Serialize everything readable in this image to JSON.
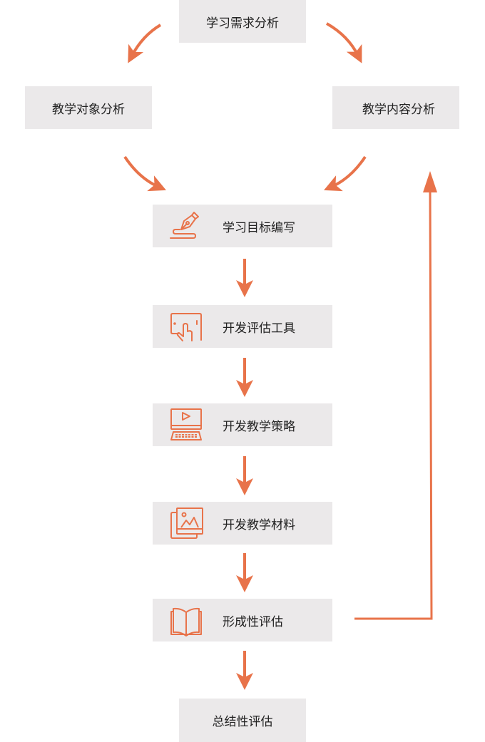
{
  "colors": {
    "accent": "#e8734a",
    "box": "#ebe9ea",
    "text": "#222222"
  },
  "nodes": {
    "needs": "学习需求分析",
    "learners": "教学对象分析",
    "content": "教学内容分析",
    "objectives": {
      "label": "学习目标编写",
      "icon": "pen-nib-icon"
    },
    "assessment": {
      "label": "开发评估工具",
      "icon": "tablet-touch-icon"
    },
    "strategy": {
      "label": "开发教学策略",
      "icon": "video-computer-icon"
    },
    "materials": {
      "label": "开发教学材料",
      "icon": "image-gallery-icon"
    },
    "formative": {
      "label": "形成性评估",
      "icon": "open-book-icon"
    },
    "summative": "总结性评估"
  }
}
